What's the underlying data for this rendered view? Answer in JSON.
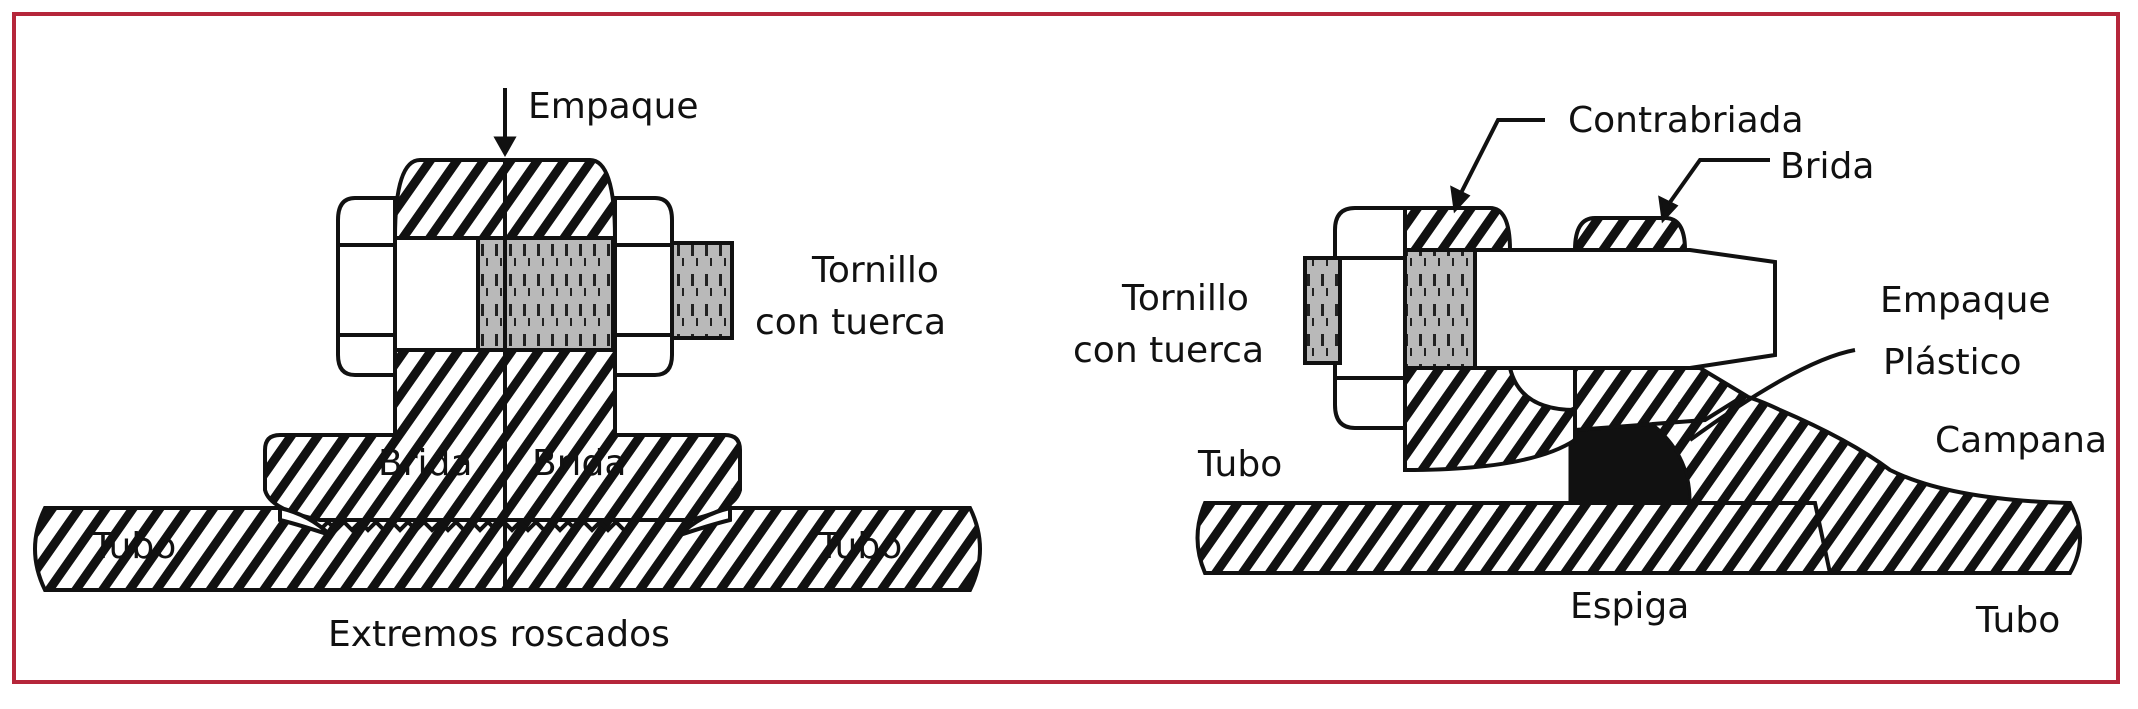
{
  "frame_color": "#b5263a",
  "left_diagram": {
    "label_empaque": "Empaque",
    "label_tornillo_line1": "Tornillo",
    "label_tornillo_line2": "con tuerca",
    "label_brida_left": "Brida",
    "label_brida_right": "Brida",
    "label_tubo_left": "Tubo",
    "label_tubo_right": "Tubo",
    "caption": "Extremos roscados"
  },
  "right_diagram": {
    "label_contrabriada": "Contrabriada",
    "label_brida": "Brida",
    "label_tornillo_line1": "Tornillo",
    "label_tornillo_line2": "con tuerca",
    "label_empaque_line1": "Empaque",
    "label_empaque_line2": "Plástico",
    "label_campana": "Campana",
    "label_tubo_left": "Tubo",
    "label_tubo_right": "Tubo",
    "label_espiga": "Espiga"
  }
}
